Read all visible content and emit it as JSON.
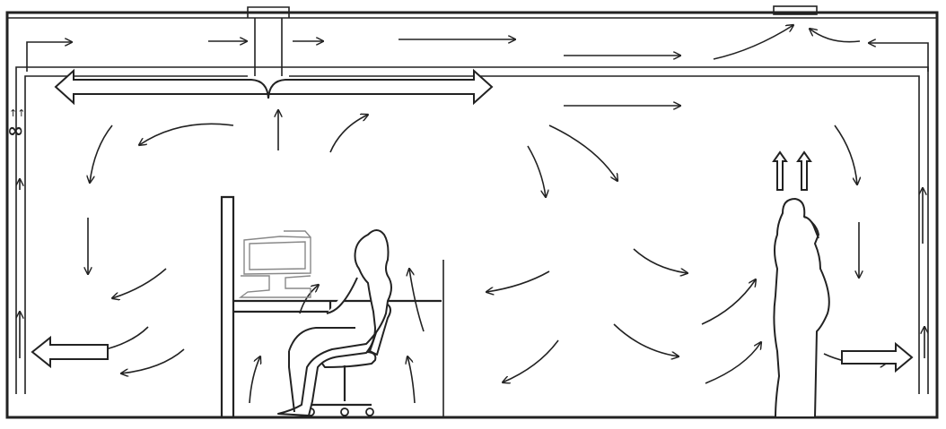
{
  "diagram": {
    "symbols": {
      "infinity": "∞",
      "double_arrow": "↑↑"
    },
    "elements": [
      "room-enclosure",
      "ceiling-duct",
      "supply-diffuser",
      "return-grille",
      "cubicle-partition",
      "workstation-desk",
      "computer-monitor",
      "seated-person",
      "office-chair",
      "standing-person",
      "airflow-arrows"
    ]
  }
}
